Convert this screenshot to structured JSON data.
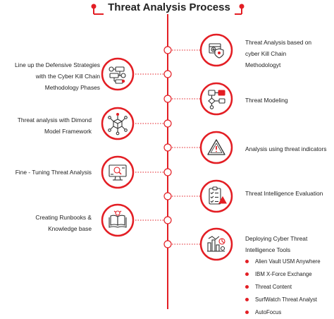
{
  "title": "Threat  Analysis Process",
  "colors": {
    "accent": "#e31e24",
    "text": "#222222",
    "icon": "#333333"
  },
  "steps_right": [
    {
      "lines": [
        "Threat Analysis based on",
        "cyber Kill Chain",
        "Methodologyt"
      ],
      "icon": "shield-gear-icon"
    },
    {
      "lines": [
        "Threat Modeling"
      ],
      "icon": "flowchart-icon"
    },
    {
      "lines": [
        "Analysis using threat indicators"
      ],
      "icon": "warning-triangle-icon"
    },
    {
      "lines": [
        "Threat Intelligence Evaluation"
      ],
      "icon": "clipboard-checklist-icon"
    },
    {
      "lines": [
        "Deploying Cyber Threat",
        "Intelligence Tools"
      ],
      "icon": "analytics-tools-icon"
    }
  ],
  "steps_left": [
    {
      "lines": [
        "Line up the Defensive Strategies",
        "with the Cyber Kill Chain",
        "Methodology Phases"
      ],
      "icon": "strategy-flow-icon"
    },
    {
      "lines": [
        "Threat analysis with Dimond",
        "Model Framework"
      ],
      "icon": "network-cube-icon"
    },
    {
      "lines": [
        "Fine - Tuning  Threat Analysis"
      ],
      "icon": "search-monitor-icon"
    },
    {
      "lines": [
        "Creating Runbooks &",
        "Knowledge base"
      ],
      "icon": "book-idea-icon"
    }
  ],
  "tools": [
    "Alien Vault USM Anywhere",
    "IBM X-Force Exchange",
    "Threat Content",
    "SurfWatch Threat Analyst",
    "AutoFocus"
  ]
}
